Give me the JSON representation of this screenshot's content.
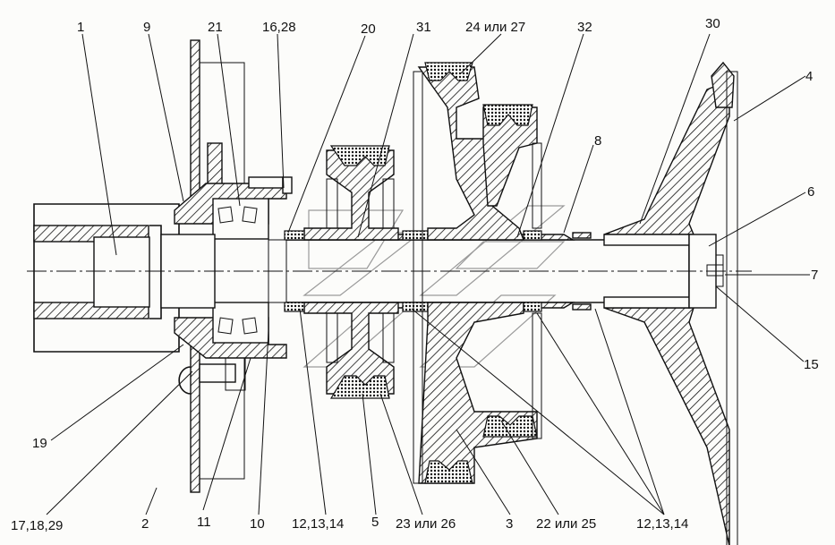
{
  "diagram": {
    "title": "Pulley shaft assembly sectional view",
    "callouts_top": [
      {
        "id": "1",
        "label": "1"
      },
      {
        "id": "9",
        "label": "9"
      },
      {
        "id": "21",
        "label": "21"
      },
      {
        "id": "16-28",
        "label": "16,28"
      },
      {
        "id": "20",
        "label": "20"
      },
      {
        "id": "31",
        "label": "31"
      },
      {
        "id": "24-27",
        "label": "24 или 27"
      },
      {
        "id": "32",
        "label": "32"
      },
      {
        "id": "30",
        "label": "30"
      },
      {
        "id": "4",
        "label": "4"
      }
    ],
    "callouts_right": [
      {
        "id": "6",
        "label": "6"
      },
      {
        "id": "8",
        "label": "8"
      },
      {
        "id": "7",
        "label": "7"
      },
      {
        "id": "15",
        "label": "15"
      }
    ],
    "callouts_left": [
      {
        "id": "19",
        "label": "19"
      }
    ],
    "callouts_bottom": [
      {
        "id": "17-18-29",
        "label": "17,18,29"
      },
      {
        "id": "2",
        "label": "2"
      },
      {
        "id": "11",
        "label": "11"
      },
      {
        "id": "10",
        "label": "10"
      },
      {
        "id": "12-13-14-a",
        "label": "12,13,14"
      },
      {
        "id": "5",
        "label": "5"
      },
      {
        "id": "23-26",
        "label": "23 или 26"
      },
      {
        "id": "3",
        "label": "3"
      },
      {
        "id": "22-25",
        "label": "22 или 25"
      },
      {
        "id": "12-13-14-b",
        "label": "12,13,14"
      }
    ]
  }
}
